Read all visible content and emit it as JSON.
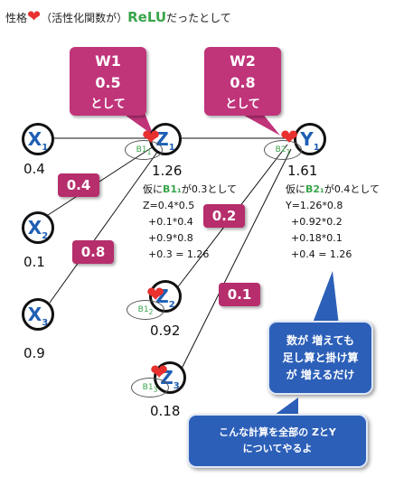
{
  "title": {
    "prefix": "性格",
    "middle": "（活性化関数が）",
    "relu": "ReLU",
    "suffix": "だったとして"
  },
  "w1": {
    "name": "W1",
    "value": "0.5",
    "note": "として"
  },
  "w2": {
    "name": "W2",
    "value": "0.8",
    "note": "として"
  },
  "nodes": {
    "x1": {
      "label": "X",
      "sub": "1",
      "value": "0.4"
    },
    "x2": {
      "label": "X",
      "sub": "2",
      "value": "0.1"
    },
    "x3": {
      "label": "X",
      "sub": "3",
      "value": "0.9"
    },
    "z1": {
      "label": "Z",
      "sub": "1",
      "value": "1.26"
    },
    "z2": {
      "label": "Z",
      "sub": "2",
      "value": "0.92"
    },
    "z3": {
      "label": "Z",
      "sub": "3",
      "value": "0.18"
    },
    "y1": {
      "label": "Y",
      "sub": "1",
      "value": "1.61"
    }
  },
  "weights": {
    "x2": "0.4",
    "x3": "0.8",
    "z2": "0.2",
    "z3": "0.1"
  },
  "biases": {
    "b1_1": "B1",
    "b1_1_sub": "1",
    "b1_2": "B1",
    "b1_2_sub": "2",
    "b1_3": "B1",
    "b1_3_sub": "3",
    "b2_1": "B2",
    "b2_1_sub": "1"
  },
  "calc_z": {
    "intro_pre": "仮に",
    "intro_var": "B1₁",
    "intro_post": "が0.3として",
    "lines": [
      "Z=0.4*0.5",
      "+0.1*0.4",
      "+0.9*0.8",
      "+0.3 = 1.26"
    ]
  },
  "calc_y": {
    "intro_pre": "仮に",
    "intro_var": "B2₁",
    "intro_post": "が0.4として",
    "lines": [
      "Y=1.26*0.8",
      "+0.92*0.2",
      "+0.18*0.1",
      "+0.4 = 1.26"
    ]
  },
  "bubble1": {
    "lines": [
      "数が 増えても",
      "足し算と掛け算",
      "が 増えるだけ"
    ]
  },
  "bubble2": {
    "lines": [
      "こんな計算を全部の ZとY",
      "についてやるよ"
    ]
  },
  "colors": {
    "weight": "#b62e6c",
    "node_text": "#1f5fb4",
    "bias_text": "#3aa54a",
    "bubble": "#2c5fb8",
    "heart": "#e8312f"
  }
}
